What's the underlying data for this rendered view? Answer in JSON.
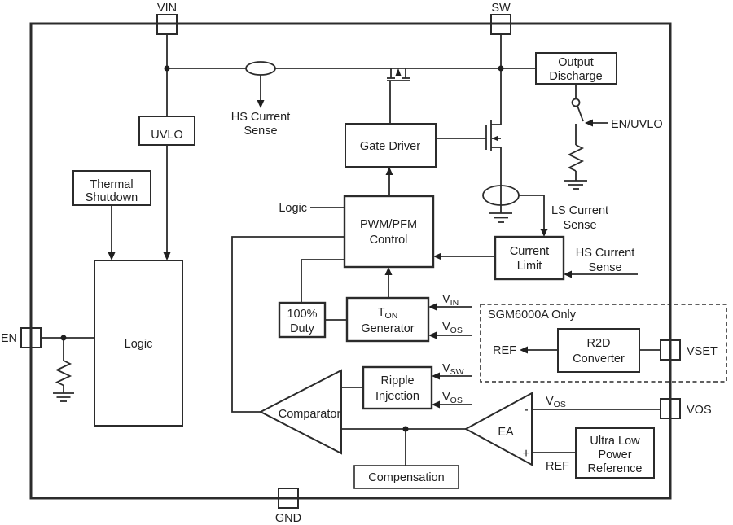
{
  "figure": {
    "pins": {
      "vin": "VIN",
      "sw": "SW",
      "en": "EN",
      "gnd": "GND",
      "vset": "VSET",
      "vos": "VOS"
    },
    "blocks": {
      "uvlo": "UVLO",
      "thermal_shutdown": [
        "Thermal",
        "Shutdown"
      ],
      "logic": "Logic",
      "gate_driver": "Gate Driver",
      "pwm_pfm_control": [
        "PWM/PFM",
        "Control"
      ],
      "duty_100": [
        "100%",
        "Duty"
      ],
      "ton_generator": {
        "t": "T",
        "t_sub": "ON",
        "line2": "Generator"
      },
      "ripple_injection": [
        "Ripple",
        "Injection"
      ],
      "current_limit": [
        "Current",
        "Limit"
      ],
      "output_discharge": [
        "Output",
        "Discharge"
      ],
      "compensation": "Compensation",
      "r2d_converter": [
        "R2D",
        "Converter"
      ],
      "ultra_low_power_reference": [
        "Ultra Low",
        "Power",
        "Reference"
      ],
      "comparator": "Comparator",
      "error_amp": "EA"
    },
    "labels": {
      "hs_current_sense_top": [
        "HS Current",
        "Sense"
      ],
      "ls_current_sense": [
        "LS Current",
        "Sense"
      ],
      "hs_current_sense_right": [
        "HS Current",
        "Sense"
      ],
      "en_uvlo": "EN/UVLO",
      "logic_input": "Logic",
      "sgm6000a_only": "SGM6000A Only",
      "ref_r2d": "REF",
      "ref_ea": "REF",
      "v_in": {
        "main": "V",
        "sub": "IN"
      },
      "v_os_ton": {
        "main": "V",
        "sub": "OS"
      },
      "v_sw": {
        "main": "V",
        "sub": "SW"
      },
      "v_os_ripple": {
        "main": "V",
        "sub": "OS"
      },
      "v_os_ea": {
        "main": "V",
        "sub": "OS"
      },
      "ea_minus": "-",
      "ea_plus": "+"
    },
    "colors": {
      "line": "#2b2b2b",
      "text": "#1f1f1f",
      "background": "#ffffff"
    }
  }
}
